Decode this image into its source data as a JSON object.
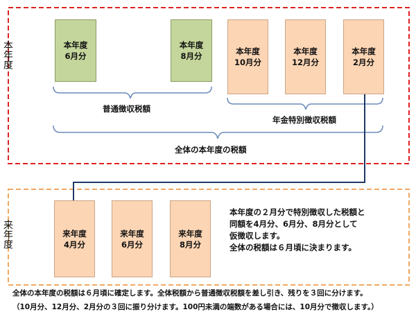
{
  "current_year_label": "本年度",
  "next_year_label": "来年度",
  "current_boxes": [
    {
      "line1": "本年度",
      "line2": "6月分",
      "color": "green"
    },
    {
      "line1": "本年度",
      "line2": "8月分",
      "color": "green"
    },
    {
      "line1": "本年度",
      "line2": "10月分",
      "color": "orange"
    },
    {
      "line1": "本年度",
      "line2": "12月分",
      "color": "orange"
    },
    {
      "line1": "本年度",
      "line2": "2月分",
      "color": "orange"
    }
  ],
  "next_boxes": [
    {
      "line1": "来年度",
      "line2": "4月分"
    },
    {
      "line1": "来年度",
      "line2": "6月分"
    },
    {
      "line1": "来年度",
      "line2": "8月分"
    }
  ],
  "labels": {
    "ordinary": "普通徴収税額",
    "pension": "年金特別徴収税額",
    "total": "全体の本年度の税額"
  },
  "note_lines": [
    "本年度の２月分で特別徴収した税額と",
    "同額を4月分、6月分、8月分として",
    "仮徴収します。",
    "全体の税額は６月頃に決まります。"
  ],
  "footer_lines": [
    "全体の本年度の税額は６月頃に確定します。全体税額から普通徴収税額を差し引き、残りを３回に分けます。",
    "（10月分、12月分、2月分の３回に振り分けます。100円未満の端数がある場合には、10月分で徴収します。）"
  ],
  "colors": {
    "current_frame": "#e02020",
    "next_frame": "#f0a860",
    "green_box": "#c4d69b",
    "orange_box": "#fcd5b4",
    "arrow": "#1f3864",
    "brace": "#6a8ab8"
  }
}
